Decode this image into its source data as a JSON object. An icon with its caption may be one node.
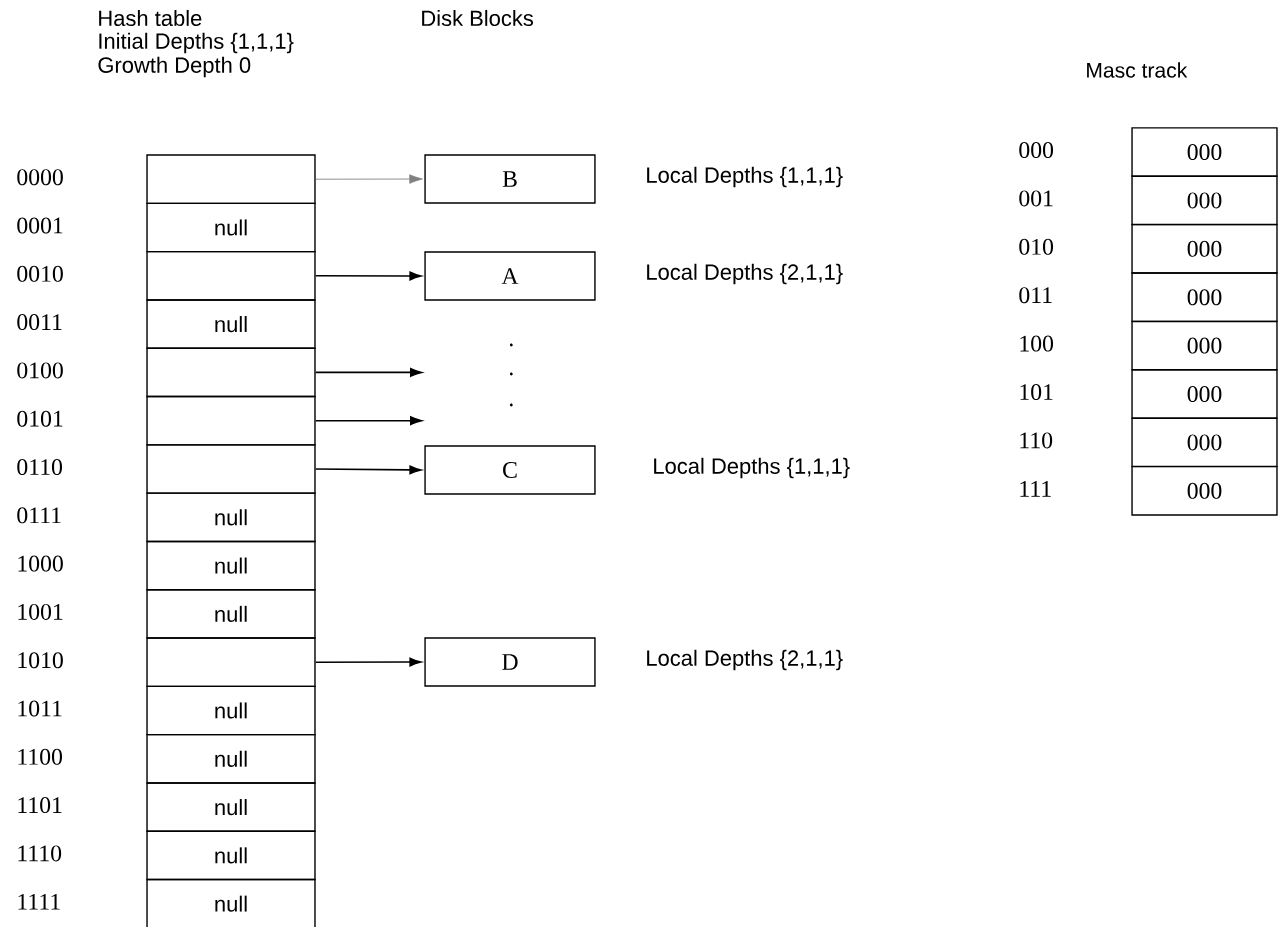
{
  "diagram": {
    "nodes": [
      {
        "text": [],
        "shape": "box",
        "beside": [
          "0000"
        ]
      },
      {
        "text": [
          "null"
        ],
        "beside": [
          "0001"
        ]
      },
      {
        "text": [],
        "shape": "box",
        "beside": [
          "0010"
        ]
      },
      {
        "text": [
          "null"
        ],
        "beside": [
          "0011"
        ]
      },
      {
        "text": [],
        "shape": "box",
        "beside": [
          "0100"
        ]
      },
      {
        "text": [],
        "shape": "box",
        "beside": [
          "0101"
        ]
      },
      {
        "text": [],
        "shape": "box",
        "beside": [
          "0110"
        ]
      },
      {
        "text": [
          "null"
        ],
        "beside": [
          "0111"
        ]
      },
      {
        "text": [
          "null"
        ],
        "beside": [
          "1000"
        ]
      },
      {
        "text": [
          "null"
        ],
        "beside": [
          "1001"
        ]
      },
      {
        "text": [],
        "shape": "box",
        "beside": [
          "1010"
        ]
      },
      {
        "text": [
          "null"
        ],
        "beside": [
          "1011"
        ]
      },
      {
        "text": [
          "null"
        ],
        "beside": [
          "1100"
        ]
      },
      {
        "text": [
          "null"
        ],
        "beside": [
          "1101"
        ]
      },
      {
        "text": [
          "null"
        ],
        "beside": [
          "1110"
        ]
      },
      {
        "text": [
          "null"
        ],
        "beside": [
          "1111"
        ]
      },
      {
        "text": [
          "B"
        ],
        "beside": [
          "Local Depths {1,1,1}"
        ]
      },
      {
        "text": [
          "A"
        ],
        "beside": [
          "Local Depths {2,1,1}"
        ]
      },
      {
        "text": [
          "C"
        ],
        "beside": [
          "Local Depths {1,1,1}"
        ]
      },
      {
        "text": [
          "D"
        ],
        "beside": [
          "Local Depths {2,1,1}"
        ]
      },
      {
        "text": [
          "000"
        ],
        "beside": [
          "000"
        ]
      },
      {
        "text": [
          "000"
        ],
        "beside": [
          "001"
        ]
      },
      {
        "text": [
          "000"
        ],
        "beside": [
          "010"
        ]
      },
      {
        "text": [
          "000"
        ],
        "beside": [
          "011"
        ]
      },
      {
        "text": [
          "000"
        ],
        "beside": [
          "100"
        ]
      },
      {
        "text": [
          "000"
        ],
        "beside": [
          "101"
        ]
      },
      {
        "text": [
          "000"
        ],
        "beside": [
          "110"
        ]
      },
      {
        "text": [
          "000"
        ],
        "beside": [
          "111"
        ]
      }
    ],
    "edges": [
      {
        "from": 0,
        "to": 16,
        "arrow": "to",
        "color": "#808080"
      },
      {
        "from": 2,
        "to": 17,
        "arrow": "to"
      },
      {
        "from": 4,
        "to": null,
        "arrow": "to"
      },
      {
        "from": 5,
        "to": null,
        "arrow": "to"
      },
      {
        "from": 6,
        "to": 18,
        "arrow": "to"
      },
      {
        "from": 10,
        "to": 19,
        "arrow": "to"
      }
    ],
    "labels": [
      "Hash table",
      "Initial Depths {1,1,1}",
      "Growth Depth 0",
      "Disk Blocks",
      "Masc track",
      ".",
      ".",
      "."
    ]
  }
}
